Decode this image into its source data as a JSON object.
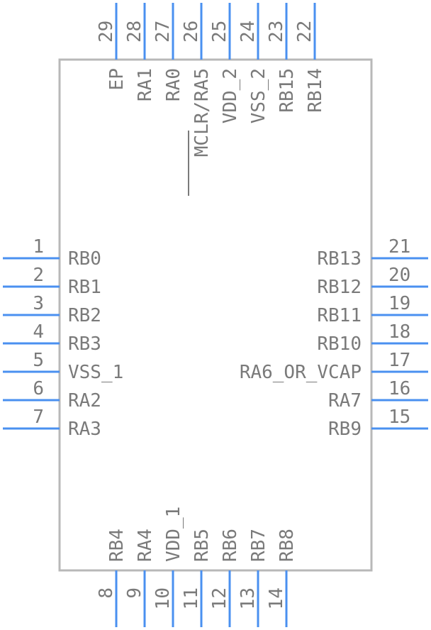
{
  "component": {
    "left_pins": [
      {
        "num": "1",
        "name": "RB0"
      },
      {
        "num": "2",
        "name": "RB1"
      },
      {
        "num": "3",
        "name": "RB2"
      },
      {
        "num": "4",
        "name": "RB3"
      },
      {
        "num": "5",
        "name": "VSS_1"
      },
      {
        "num": "6",
        "name": "RA2"
      },
      {
        "num": "7",
        "name": "RA3"
      }
    ],
    "right_pins": [
      {
        "num": "21",
        "name": "RB13"
      },
      {
        "num": "20",
        "name": "RB12"
      },
      {
        "num": "19",
        "name": "RB11"
      },
      {
        "num": "18",
        "name": "RB10"
      },
      {
        "num": "17",
        "name": "RA6_OR_VCAP"
      },
      {
        "num": "16",
        "name": "RA7"
      },
      {
        "num": "15",
        "name": "RB9"
      }
    ],
    "top_pins": [
      {
        "num": "29",
        "name": "EP"
      },
      {
        "num": "28",
        "name": "RA1"
      },
      {
        "num": "27",
        "name": "RA0"
      },
      {
        "num": "26",
        "name": "MCLR/RA5"
      },
      {
        "num": "25",
        "name": "VDD_2"
      },
      {
        "num": "24",
        "name": "VSS_2"
      },
      {
        "num": "23",
        "name": "RB15"
      },
      {
        "num": "22",
        "name": "RB14"
      }
    ],
    "bottom_pins": [
      {
        "num": "8",
        "name": "RB4"
      },
      {
        "num": "9",
        "name": "RA4"
      },
      {
        "num": "10",
        "name": "VDD_1"
      },
      {
        "num": "11",
        "name": "RB5"
      },
      {
        "num": "12",
        "name": "RB6"
      },
      {
        "num": "13",
        "name": "RB7"
      },
      {
        "num": "14",
        "name": "RB8"
      }
    ]
  },
  "colors": {
    "pin": "#4a90f0",
    "outline": "#b8b8b8",
    "text": "#7a7a7a"
  }
}
